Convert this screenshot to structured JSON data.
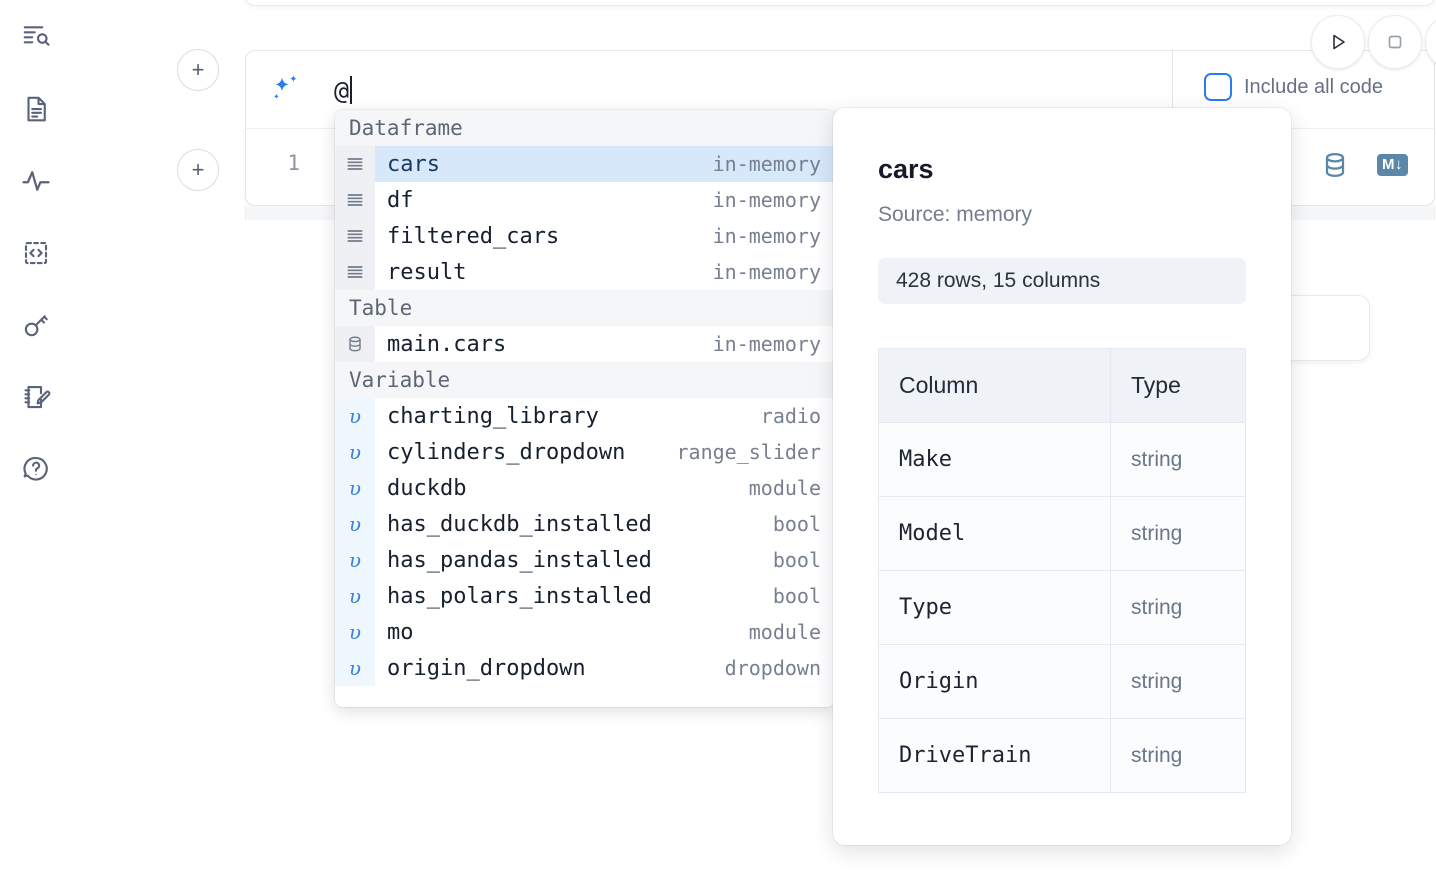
{
  "sidebar": {
    "items": [
      {
        "name": "outline-search-icon",
        "label": "Outline / search"
      },
      {
        "name": "file-icon",
        "label": "File explorer"
      },
      {
        "name": "activity-icon",
        "label": "Activity"
      },
      {
        "name": "code-snippets-icon",
        "label": "Snippets"
      },
      {
        "name": "secrets-key-icon",
        "label": "Secrets"
      },
      {
        "name": "scratchpad-icon",
        "label": "Scratchpad"
      },
      {
        "name": "help-icon",
        "label": "Help"
      }
    ]
  },
  "editor": {
    "add_cell_above_label": "+",
    "add_cell_below_label": "+",
    "ai_prompt": {
      "value": "@",
      "placeholder": ""
    },
    "include_all_code_label": "Include all code",
    "line_number": "1",
    "sql_tool_label": "SQL",
    "markdown_tool_label": "M↓",
    "ai_chip_label": "AI"
  },
  "controls": {
    "run_label": "Run",
    "stop_label": "Stop",
    "more_label": "More"
  },
  "autocomplete": {
    "groups": [
      {
        "label": "Dataframe",
        "kind": "dataframe",
        "items": [
          {
            "name": "cars",
            "meta": "in-memory",
            "selected": true
          },
          {
            "name": "df",
            "meta": "in-memory",
            "selected": false
          },
          {
            "name": "filtered_cars",
            "meta": "in-memory",
            "selected": false
          },
          {
            "name": "result",
            "meta": "in-memory",
            "selected": false
          }
        ]
      },
      {
        "label": "Table",
        "kind": "table",
        "items": [
          {
            "name": "main.cars",
            "meta": "in-memory",
            "selected": false
          }
        ]
      },
      {
        "label": "Variable",
        "kind": "variable",
        "items": [
          {
            "name": "charting_library",
            "meta": "radio",
            "selected": false
          },
          {
            "name": "cylinders_dropdown",
            "meta": "range_slider",
            "selected": false
          },
          {
            "name": "duckdb",
            "meta": "module",
            "selected": false
          },
          {
            "name": "has_duckdb_installed",
            "meta": "bool",
            "selected": false
          },
          {
            "name": "has_pandas_installed",
            "meta": "bool",
            "selected": false
          },
          {
            "name": "has_polars_installed",
            "meta": "bool",
            "selected": false
          },
          {
            "name": "mo",
            "meta": "module",
            "selected": false
          },
          {
            "name": "origin_dropdown",
            "meta": "dropdown",
            "selected": false
          }
        ]
      }
    ]
  },
  "detail_panel": {
    "title": "cars",
    "source": "Source: memory",
    "stats": "428 rows, 15 columns",
    "columns_header": {
      "column": "Column",
      "type": "Type"
    },
    "rows": [
      {
        "column": "Make",
        "type": "string"
      },
      {
        "column": "Model",
        "type": "string"
      },
      {
        "column": "Type",
        "type": "string"
      },
      {
        "column": "Origin",
        "type": "string"
      },
      {
        "column": "DriveTrain",
        "type": "string"
      }
    ]
  },
  "colors": {
    "accent": "#2b7cf0",
    "selection": "#d8e8fb",
    "group_header_bg": "#f4f6f8",
    "tool_icon": "#5b87a8",
    "muted_text": "#77808f"
  }
}
